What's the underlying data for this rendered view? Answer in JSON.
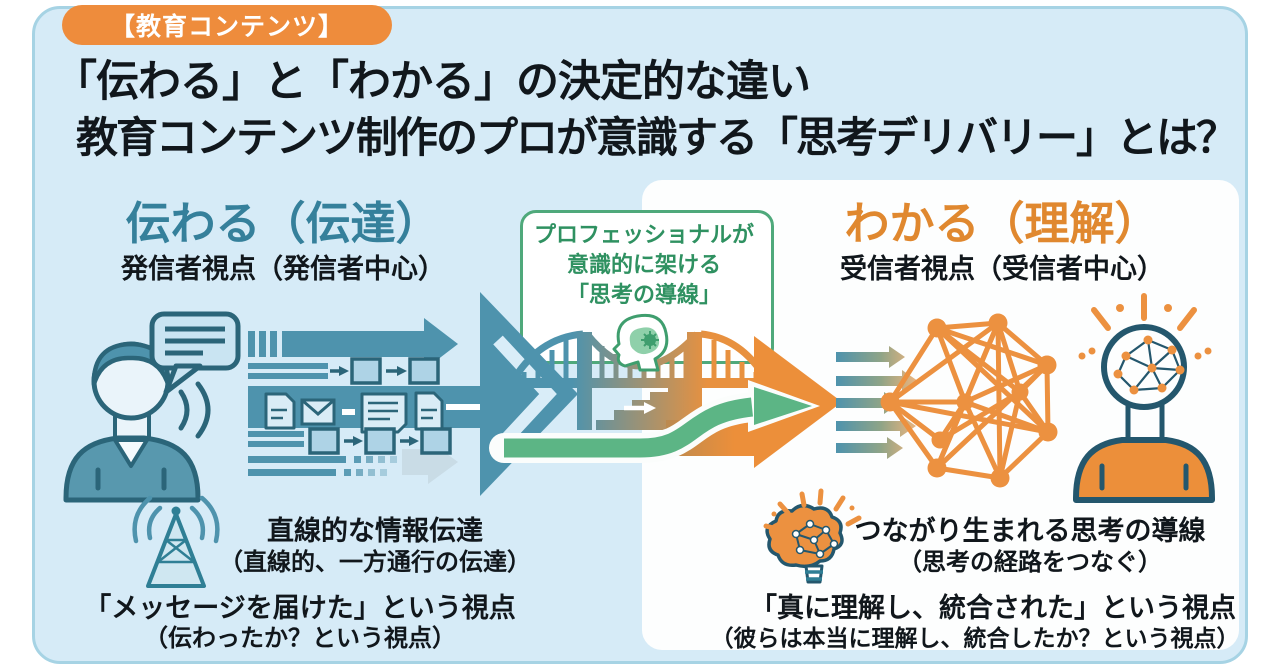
{
  "badge": {
    "label": "【教育コンテンツ】"
  },
  "title": {
    "line1": "「伝わる」と「わかる」の決定的な違い",
    "line2": "教育コンテンツ制作のプロが意識する「思考デリバリー」とは？"
  },
  "left_section": {
    "heading": "伝わる（伝達）",
    "subheading": "発信者視点（発信者中心）",
    "feature_line1": "直線的な情報伝達",
    "feature_line2": "（直線的、一方通行の伝達）",
    "viewpoint_line1": "「メッセージを届けた」という視点",
    "viewpoint_line2": "（伝わったか？という視点）"
  },
  "center_note": {
    "line1": "プロフェッショナルが",
    "line2": "意識的に架ける",
    "line3": "「思考の導線」"
  },
  "right_section": {
    "heading": "わかる（理解）",
    "subheading": "受信者視点（受信者中心）",
    "feature_line1": "つながり生まれる思考の導線",
    "feature_line2": "（思考の経路をつなぐ）",
    "viewpoint_line1": "「真に理解し、統合された」という視点",
    "viewpoint_line2": "（彼らは本当に理解し、統合したか？という視点）"
  },
  "colors": {
    "badge_orange": "#EE8C3C",
    "teal_heading": "#35809B",
    "orange_heading": "#E0882F",
    "green_text": "#2F9161",
    "green_border": "#4FA97B",
    "card_blue": "#D6EBF7",
    "panel_white": "#FDFEFE",
    "arrow_teal": "#4E93AD",
    "network_orange": "#EC9140",
    "outline_dark_teal": "#2B6579",
    "outline_dark_navy": "#24576D"
  },
  "icons": {
    "speech_bubble": "speech-bubble-icon",
    "sound_waves": "sound-waves-icon",
    "sender_person": "sender-person-icon",
    "receiver_person": "receiver-person-icon",
    "bridge": "bridge-graphic",
    "thinking_head": "thinking-head-icon",
    "network": "network-graphic",
    "antenna": "antenna-icon",
    "brain_bulb": "brain-bulb-icon"
  }
}
